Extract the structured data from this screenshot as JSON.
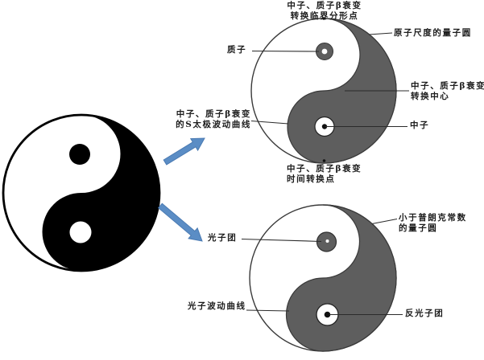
{
  "labels": {
    "top_diagram": {
      "top_line1": "中子、质子β衰变",
      "top_line2": "转换临界分形点",
      "proton": "质子",
      "atomic_scale": "原子尺度的量子圆",
      "center_line1": "中子、质子β衰变",
      "center_line2": "转换中心",
      "neutron": "中子",
      "bottom_line1": "中子、质子β衰变",
      "bottom_line2": "时间转换点",
      "s_curve_line1": "中子、质子β衰变",
      "s_curve_line2": "的S太极波动曲线"
    },
    "bottom_diagram": {
      "photon": "光子团",
      "planck_line1": "小于普朗克常数",
      "planck_line2": "的量子圆",
      "wave": "光子波动曲线",
      "antiphoton": "反光子团"
    }
  },
  "colors": {
    "taiji_black": "#000000",
    "quantum_gray": "#5e5e5e",
    "outline": "#3a3a3a",
    "leader_line": "#2b2b2b",
    "arrow_blue": "#5b8dc5",
    "text": "#1c1c1c"
  }
}
